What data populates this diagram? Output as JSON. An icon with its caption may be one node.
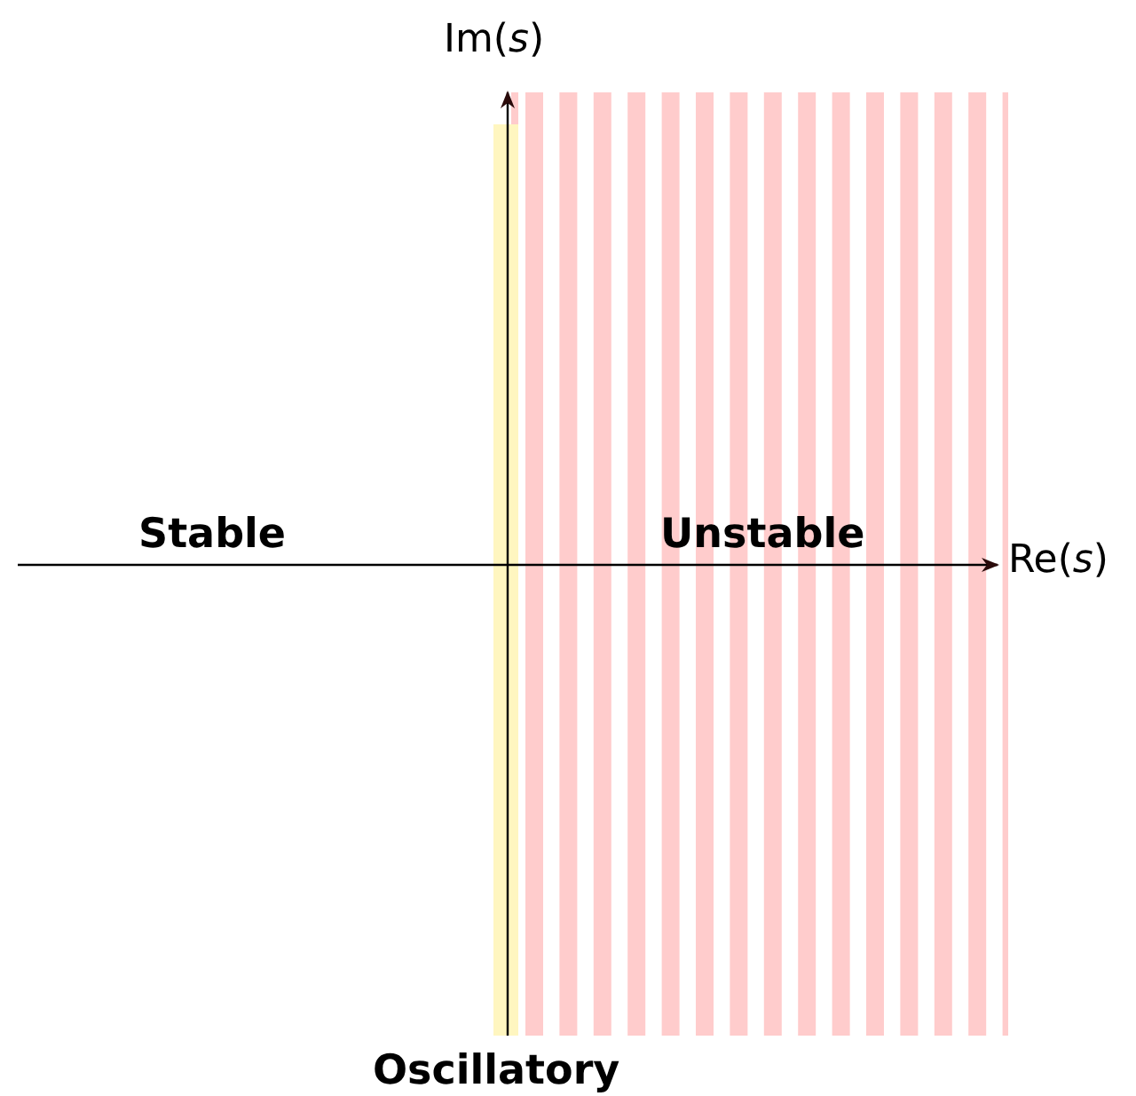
{
  "diagram": {
    "labels": [
      "Im(*s*)",
      "Stable",
      "Unstable",
      "Re(*s*)",
      "Oscillatory"
    ]
  }
}
